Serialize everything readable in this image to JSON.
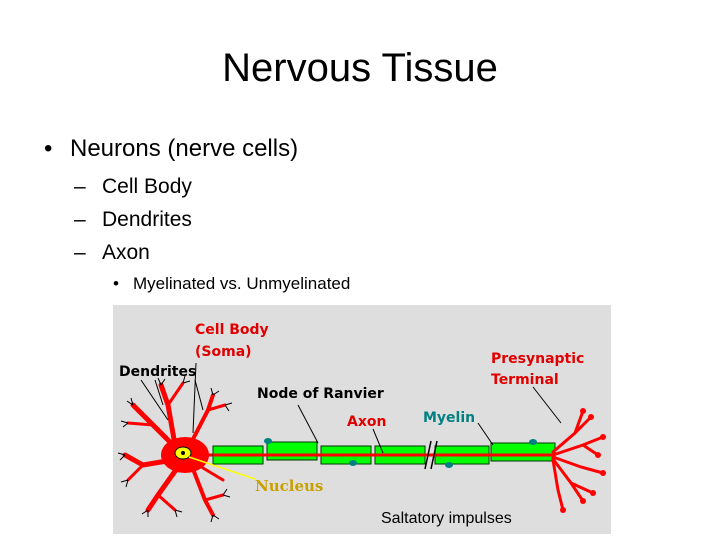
{
  "slide": {
    "title": "Nervous Tissue",
    "bullet": "Neurons (nerve cells)",
    "bullet_mark": "•",
    "sub_mark": "–",
    "sub_items": [
      "Cell Body",
      "Dendrites",
      "Axon"
    ],
    "sub_sub_item": "Myelinated vs. Unmyelinated"
  },
  "figure": {
    "labels": {
      "cell_body": "Cell Body",
      "soma": "(Soma)",
      "dendrites": "Dendrites",
      "node_of_ranvier": "Node of Ranvier",
      "axon": "Axon",
      "myelin": "Myelin",
      "presynaptic": "Presynaptic",
      "terminal": "Terminal",
      "nucleus": "Nucleus"
    },
    "caption": "Saltatory impulses",
    "colors": {
      "background": "#dedede",
      "neuron": "#ff0000",
      "myelin": "#00ff00",
      "red_label": "#e00000",
      "teal_label": "#008080",
      "nucleus_label": "#c8a000",
      "nucleus": "#ffff00"
    }
  }
}
